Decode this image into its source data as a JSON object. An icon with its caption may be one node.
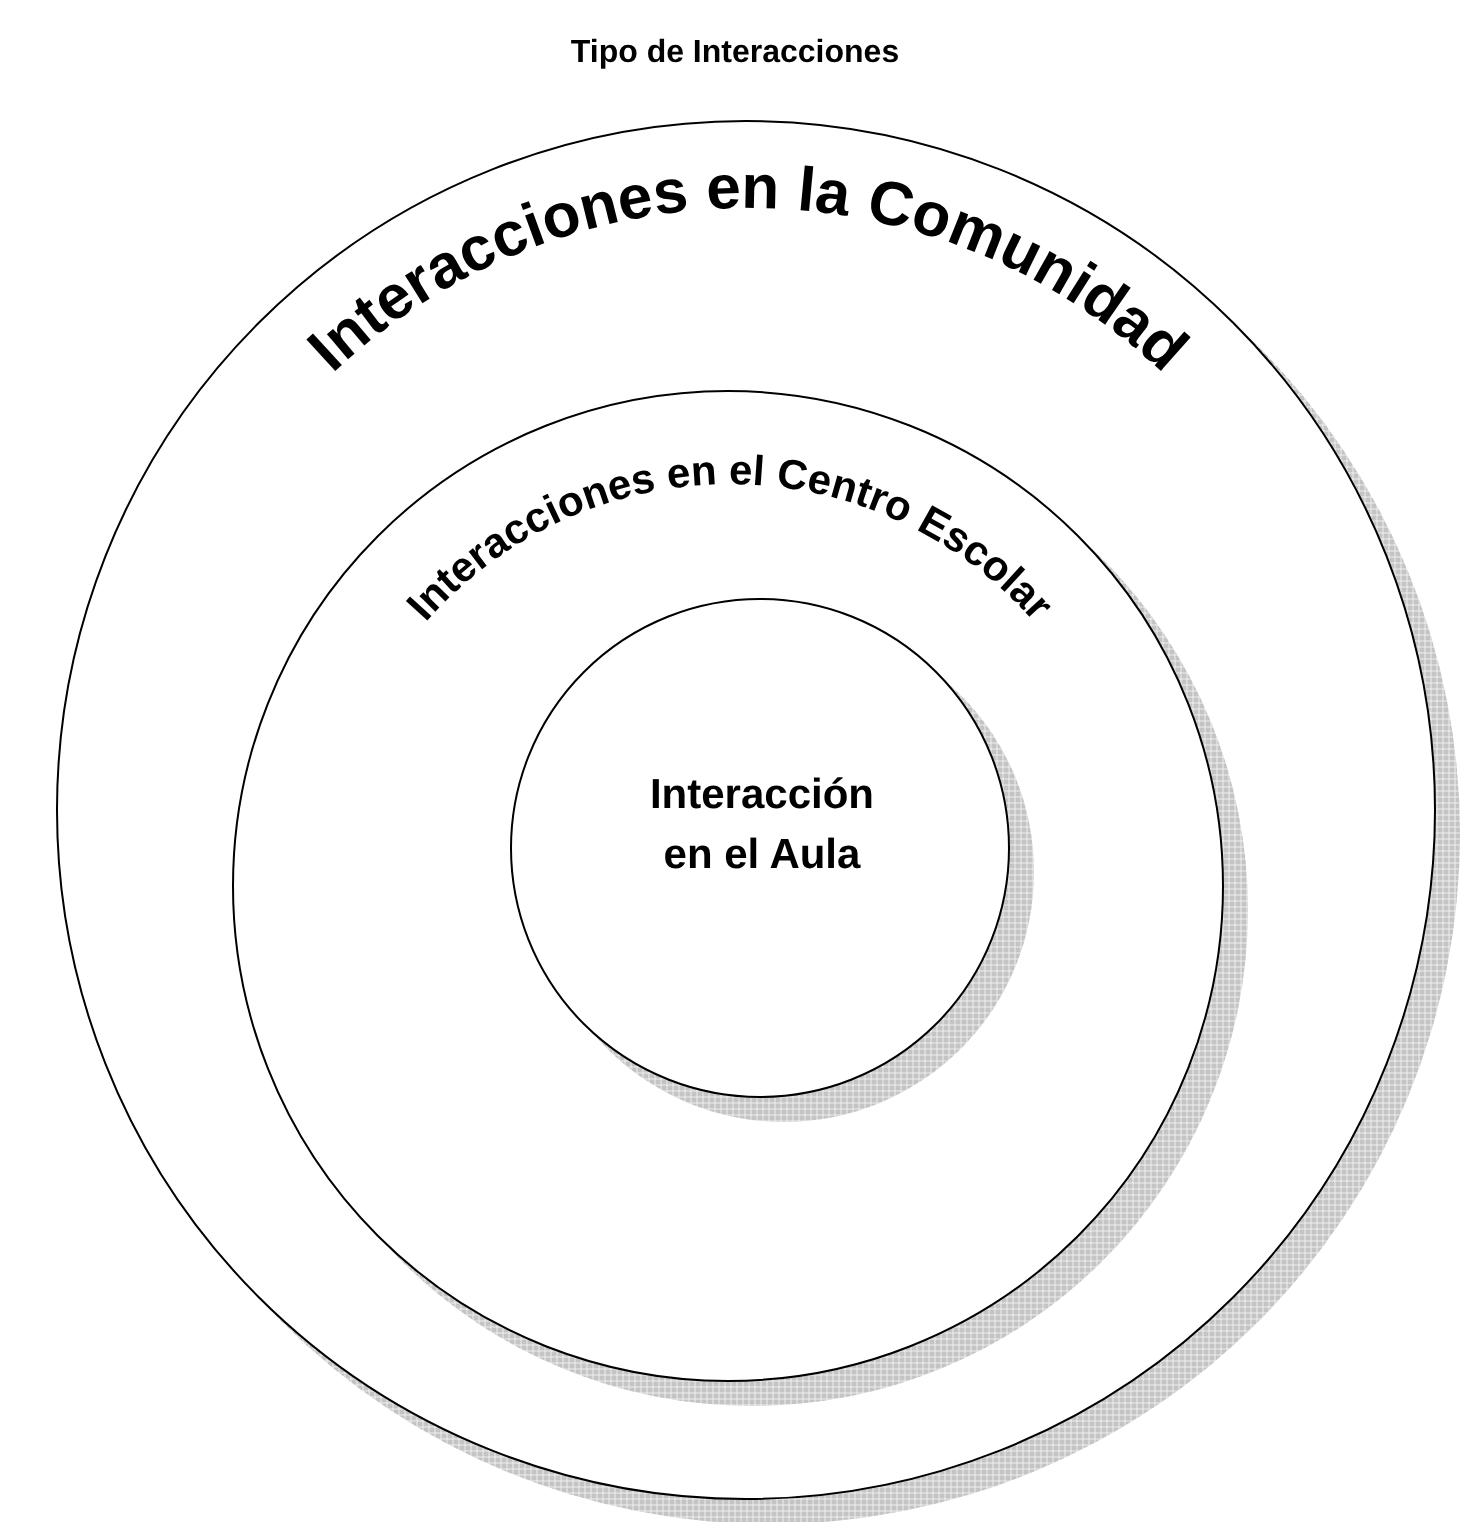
{
  "diagram": {
    "title": "Tipo de Interacciones",
    "nodes": [
      {
        "text": [
          "Interacciones en la Comunidad"
        ]
      },
      {
        "text": [
          "Interacciones en el Centro Escolar"
        ],
        "in": 0
      },
      {
        "text": [
          "Interacción en el Aula"
        ],
        "in": 1
      }
    ]
  }
}
